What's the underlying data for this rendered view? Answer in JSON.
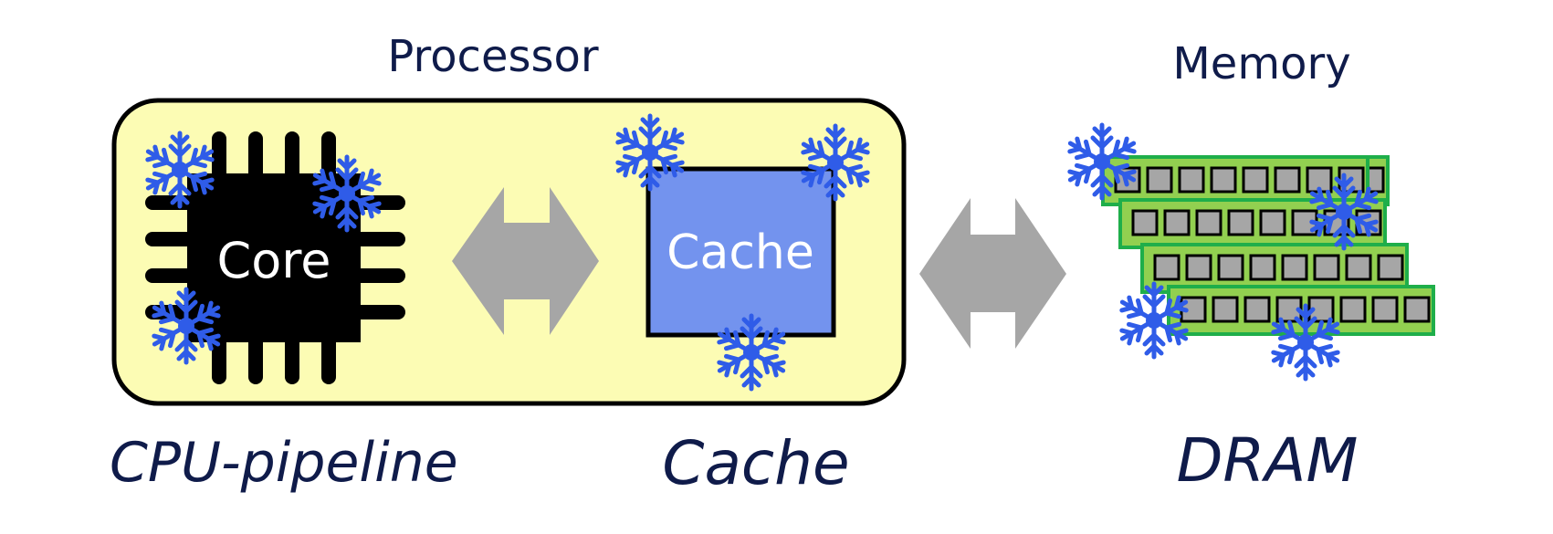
{
  "labels": {
    "processor": "Processor",
    "memory": "Memory",
    "core": "Core",
    "cache_box": "Cache",
    "cpu_pipeline": "CPU-pipeline",
    "cache": "Cache",
    "dram": "DRAM"
  },
  "colors": {
    "text": "#0f1b4a",
    "processor_fill": "#fcfcb4",
    "cache_fill": "#7393ee",
    "arrow": "#a6a6a6",
    "dimm_fill": "#92d050",
    "dimm_border": "#1fae4a",
    "chip_fill": "#a6a6a6",
    "snowflake": "#2f5ce8"
  },
  "icons": [
    "cpu-chip-icon",
    "dram-module-icon",
    "snowflake-icon",
    "double-arrow-icon"
  ]
}
